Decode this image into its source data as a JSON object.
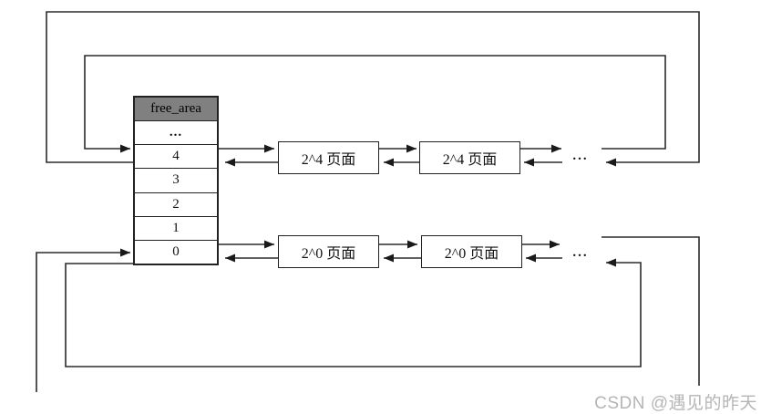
{
  "diagram": {
    "table": {
      "header": "free_area",
      "rows": [
        "...",
        "4",
        "3",
        "2",
        "1",
        "0"
      ]
    },
    "row4": {
      "boxes": [
        "2^4 页面",
        "2^4 页面"
      ],
      "ellipsis": "..."
    },
    "row0": {
      "boxes": [
        "2^0 页面",
        "2^0 页面"
      ],
      "ellipsis": "..."
    },
    "colors": {
      "header_bg": "#808080",
      "line": "#2b2b2b"
    }
  },
  "watermark": "CSDN @遇见的昨天"
}
